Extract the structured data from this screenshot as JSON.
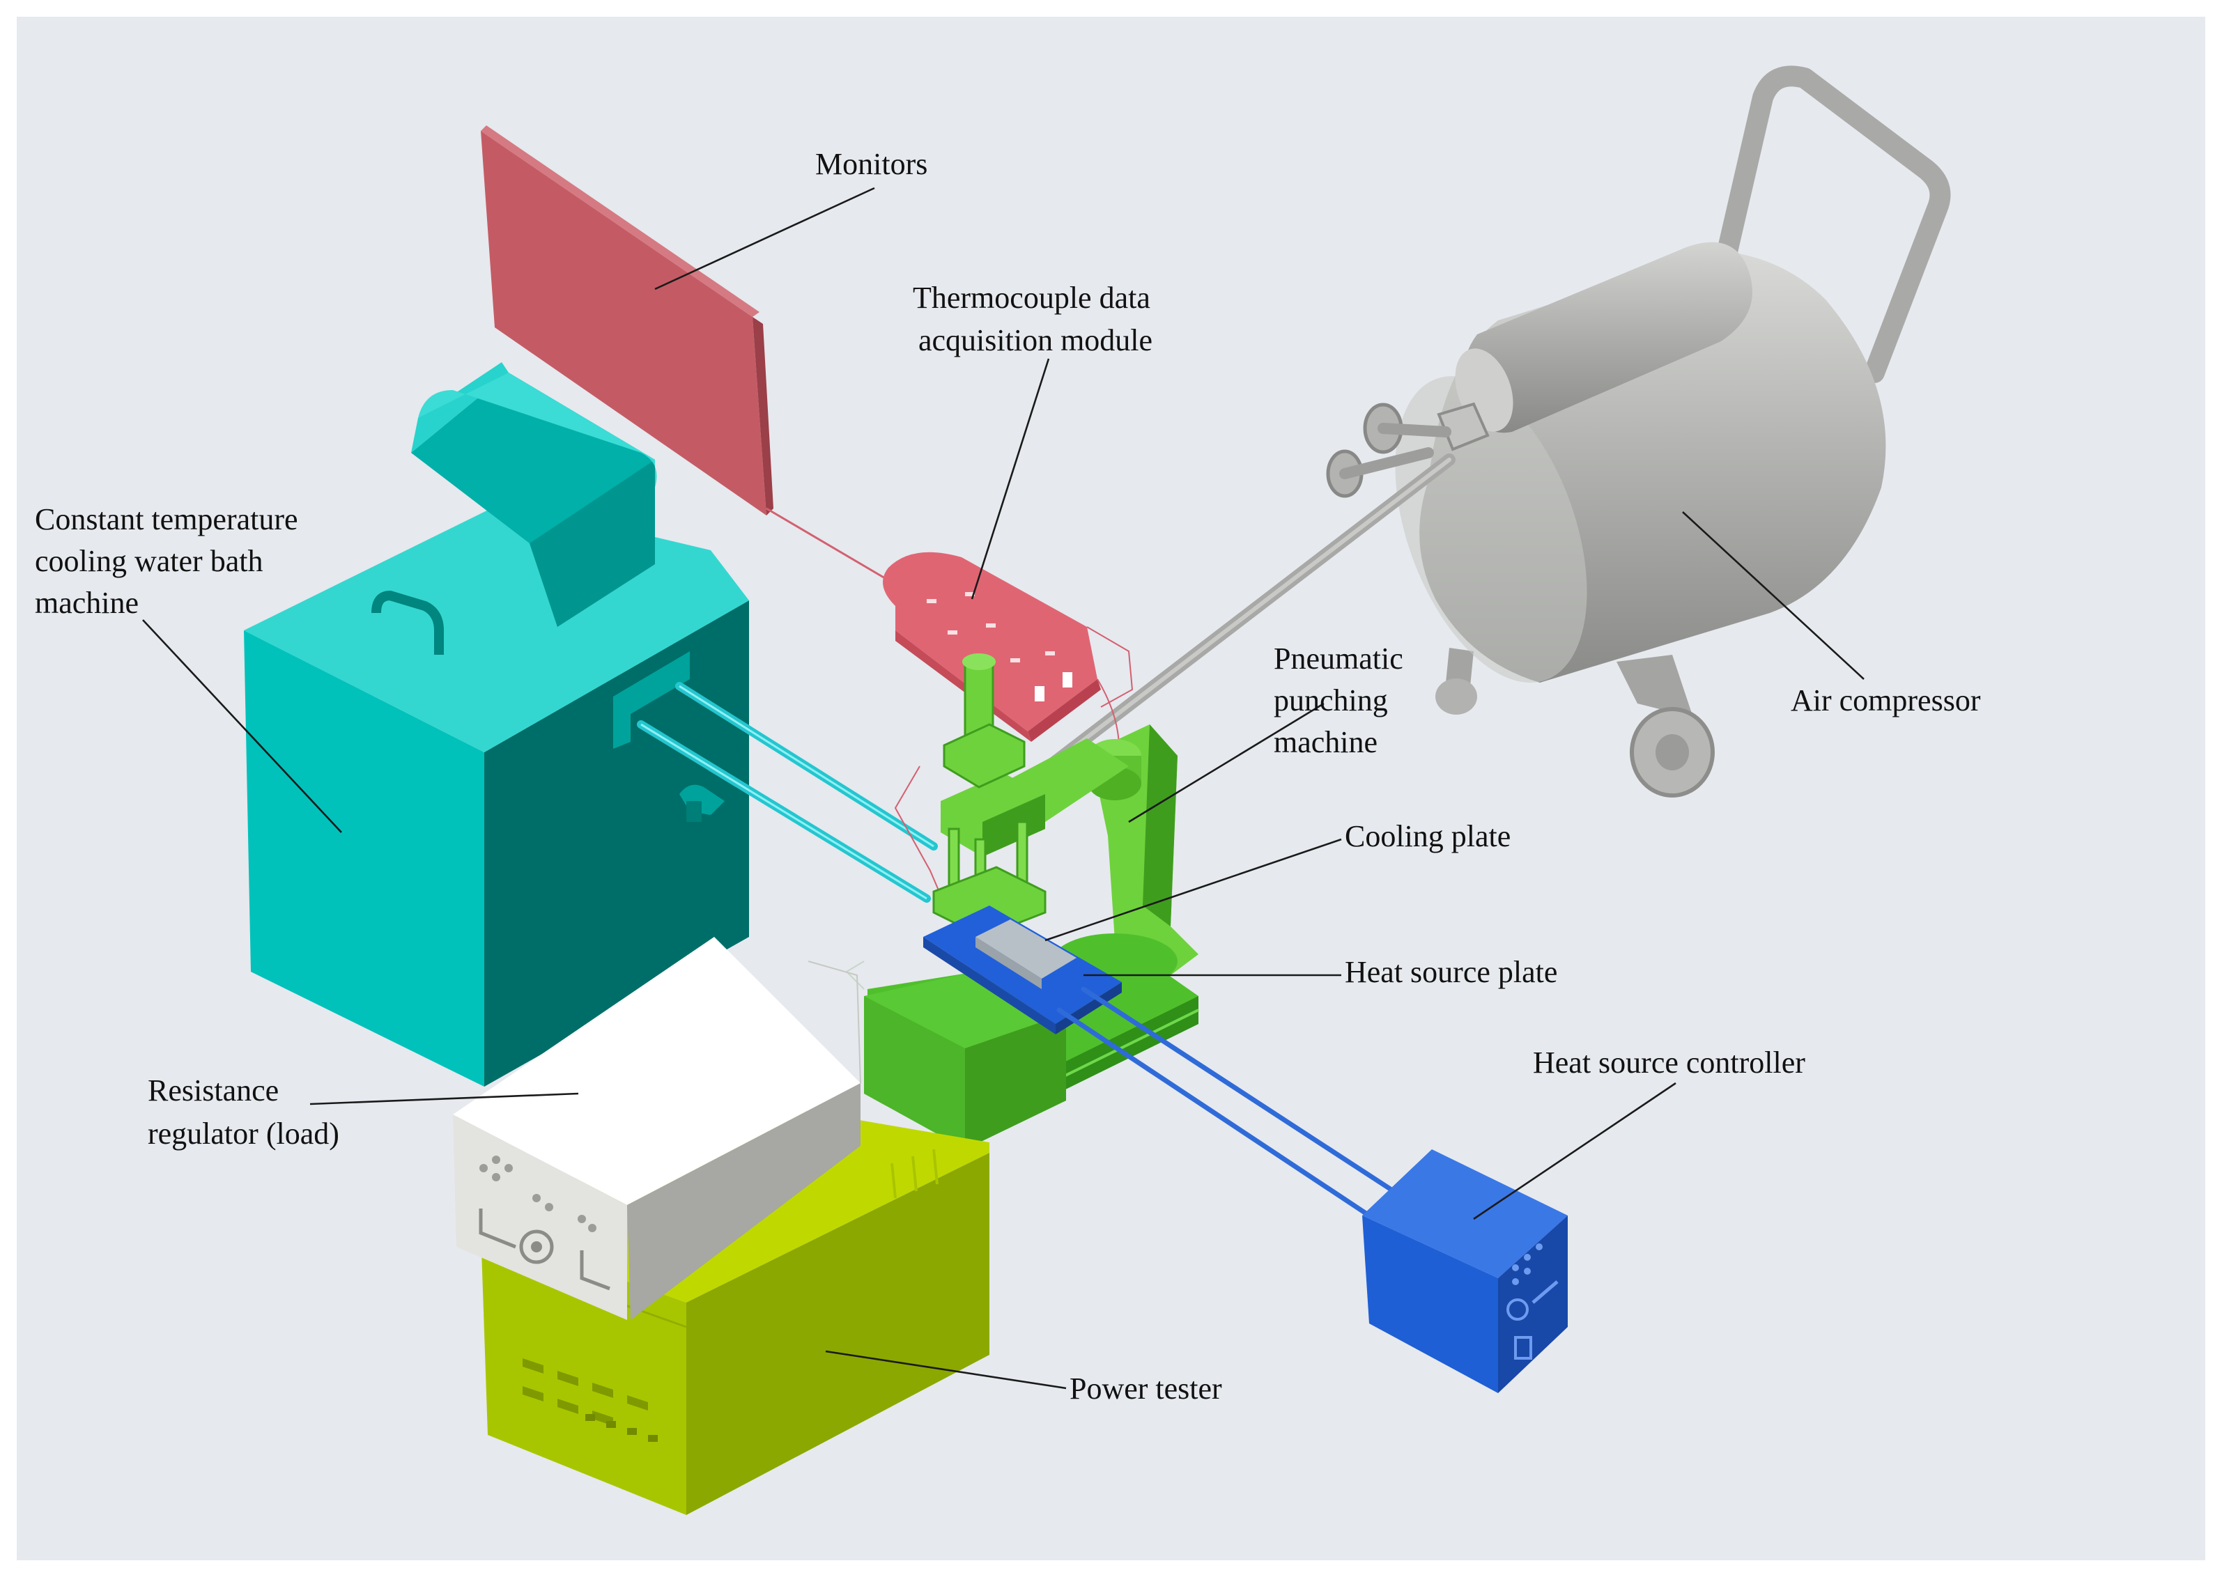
{
  "figure": {
    "background": "#e6e9ee",
    "frame": "#ffffff"
  },
  "colors": {
    "monitor": "#c45b64",
    "monitor_side": "#9b3f48",
    "thermo_module": "#e06573",
    "water_bath_front": "#00c2bb",
    "water_bath_side": "#006e68",
    "water_bath_top": "#33d7d0",
    "compressor": "#b8b9b6",
    "compressor_dark": "#8f908d",
    "punch": "#6ed23c",
    "punch_dark": "#3f9d1e",
    "base_green": "#4fc02c",
    "heat_plate": "#2260d9",
    "cooling_plate": "#b7c0c7",
    "resistance_top": "#ffffff",
    "resistance_front": "#e3e3e0",
    "resistance_side": "#a7a7a3",
    "power_tester_top": "#bfd900",
    "power_tester_front": "#9cb800",
    "power_tester_side": "#7f9a00",
    "controller_front": "#1e5fd6",
    "controller_side": "#1848a8",
    "controller_top": "#3a78e6",
    "water_pipe": "#24c6cf",
    "heat_wire": "#2f6bd8"
  },
  "labels": {
    "monitors": "Monitors",
    "thermocouple_line1": "Thermocouple data",
    "thermocouple_line2": "acquisition module",
    "water_bath_line1": "Constant temperature",
    "water_bath_line2": "cooling water bath",
    "water_bath_line3": "machine",
    "pneumatic_line1": "Pneumatic",
    "pneumatic_line2": "punching",
    "pneumatic_line3": "machine",
    "air_compressor": "Air compressor",
    "cooling_plate": "Cooling plate",
    "heat_source_plate": "Heat source plate",
    "heat_source_controller": "Heat source controller",
    "resistance_line1": "Resistance",
    "resistance_line2": "regulator (load)",
    "power_tester": "Power tester"
  },
  "icons": {
    "monitor": "monitor-panel-icon",
    "compressor": "air-compressor-icon",
    "water_bath": "water-bath-icon",
    "punch": "pneumatic-press-icon",
    "controller": "controller-box-icon",
    "resistance": "resistance-box-icon",
    "power_tester": "power-tester-icon"
  }
}
